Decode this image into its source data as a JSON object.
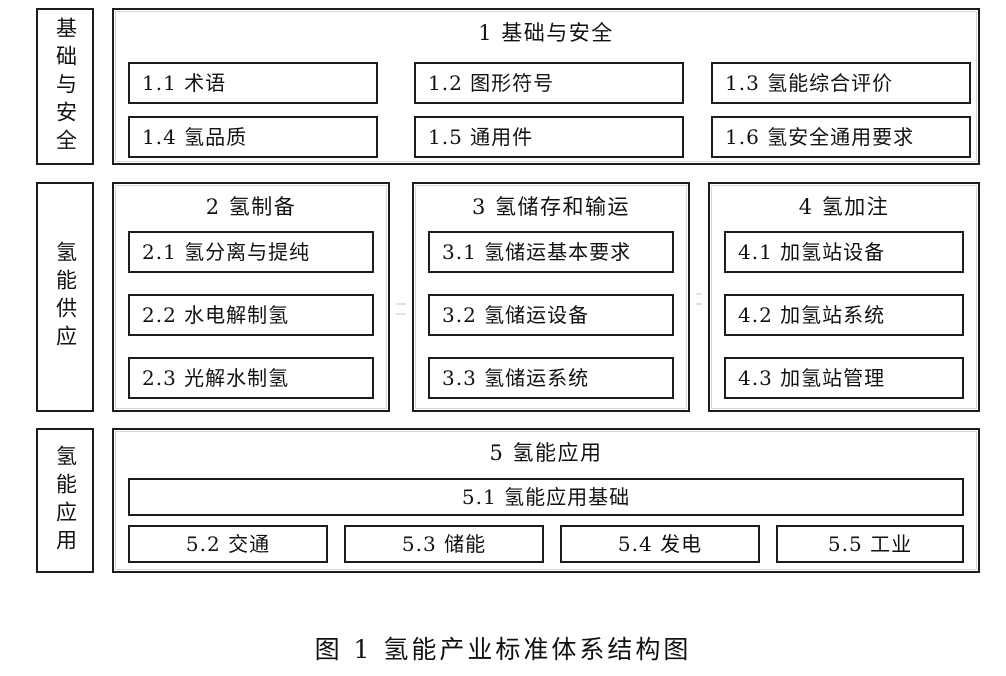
{
  "figure": {
    "caption": "图 1  氢能产业标准体系结构图",
    "caption_number": "1",
    "caption_title": "氢能产业标准体系结构图"
  },
  "categories": [
    {
      "id": "cat-1",
      "label": "基础与安全"
    },
    {
      "id": "cat-2",
      "label": "氢能供应"
    },
    {
      "id": "cat-3",
      "label": "氢能应用"
    }
  ],
  "rows": [
    {
      "id": "row-1",
      "category": "基础与安全",
      "groups": [
        {
          "id": "group-1",
          "title": "1  基础与安全",
          "items": [
            {
              "code": "1.1",
              "label": "1.1  术语"
            },
            {
              "code": "1.2",
              "label": "1.2  图形符号"
            },
            {
              "code": "1.3",
              "label": "1.3  氢能综合评价"
            },
            {
              "code": "1.4",
              "label": "1.4  氢品质"
            },
            {
              "code": "1.5",
              "label": "1.5  通用件"
            },
            {
              "code": "1.6",
              "label": "1.6  氢安全通用要求"
            }
          ]
        }
      ]
    },
    {
      "id": "row-2",
      "category": "氢能供应",
      "groups": [
        {
          "id": "group-2",
          "title": "2  氢制备",
          "items": [
            {
              "code": "2.1",
              "label": "2.1  氢分离与提纯"
            },
            {
              "code": "2.2",
              "label": "2.2  水电解制氢"
            },
            {
              "code": "2.3",
              "label": "2.3  光解水制氢"
            }
          ]
        },
        {
          "id": "group-3",
          "title": "3  氢储存和输运",
          "items": [
            {
              "code": "3.1",
              "label": "3.1  氢储运基本要求"
            },
            {
              "code": "3.2",
              "label": "3.2  氢储运设备"
            },
            {
              "code": "3.3",
              "label": "3.3  氢储运系统"
            }
          ]
        },
        {
          "id": "group-4",
          "title": "4  氢加注",
          "items": [
            {
              "code": "4.1",
              "label": "4.1  加氢站设备"
            },
            {
              "code": "4.2",
              "label": "4.2  加氢站系统"
            },
            {
              "code": "4.3",
              "label": "4.3  加氢站管理"
            }
          ]
        }
      ]
    },
    {
      "id": "row-3",
      "category": "氢能应用",
      "groups": [
        {
          "id": "group-5",
          "title": "5  氢能应用",
          "items": [
            {
              "code": "5.1",
              "label": "5.1  氢能应用基础"
            },
            {
              "code": "5.2",
              "label": "5.2  交通"
            },
            {
              "code": "5.3",
              "label": "5.3  储能"
            },
            {
              "code": "5.4",
              "label": "5.4  发电"
            },
            {
              "code": "5.5",
              "label": "5.5  工业"
            }
          ]
        }
      ]
    }
  ],
  "colors": {
    "stroke": "#1d1d1d",
    "background": "#ffffff",
    "text": "#111111"
  }
}
